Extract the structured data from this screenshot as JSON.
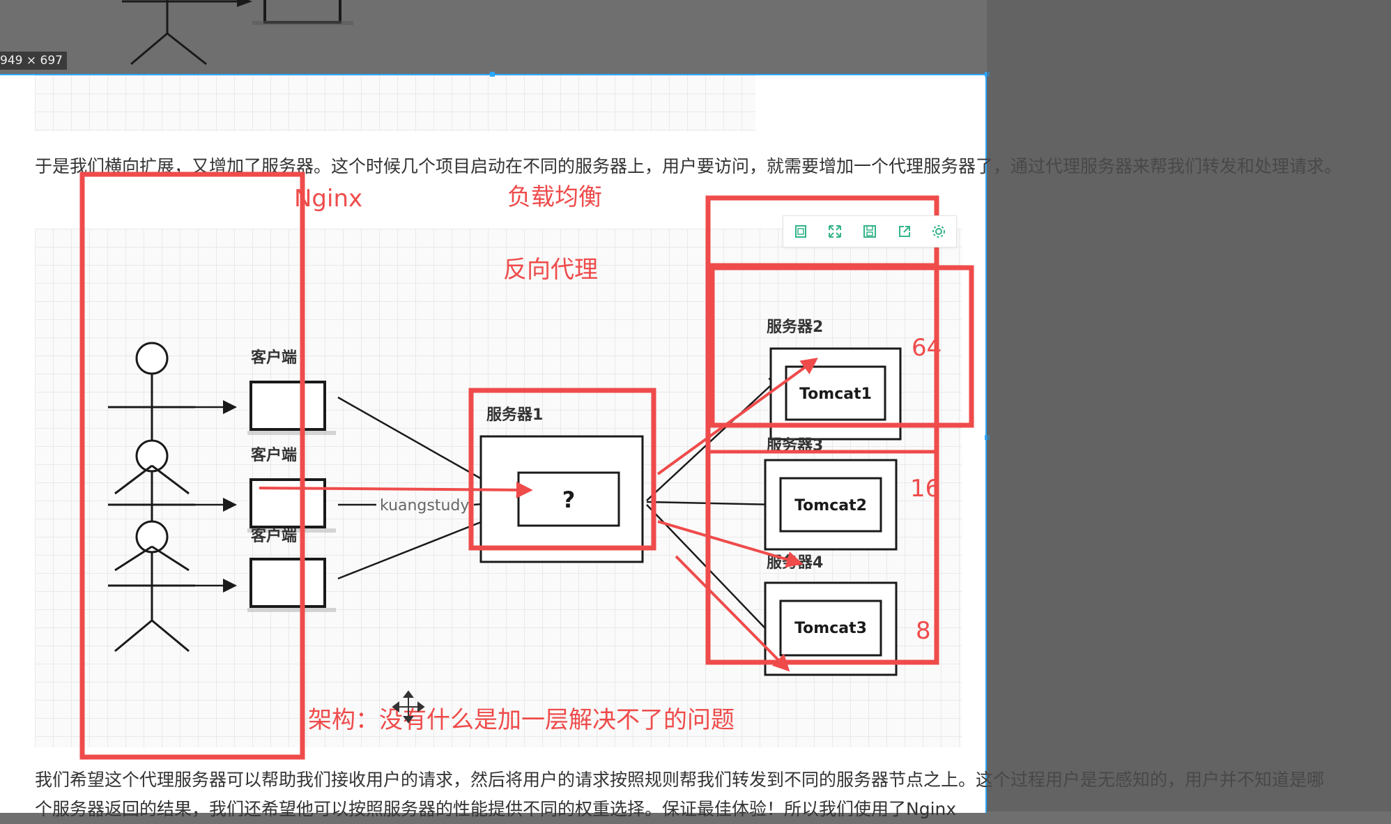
{
  "selection": {
    "dimensions_label": "949 × 697"
  },
  "article": {
    "para1": "于是我们横向扩展，又增加了服务器。这个时候几个项目启动在不同的服务器上，用户要访问，就需要增加一个代理服务器了，通过代理服务器来帮我们转发和处理请求。",
    "para2_line1": "我们希望这个代理服务器可以帮助我们接收用户的请求，然后将用户的请求按照规则帮我们转发到不同的服务器节点之上。这个过程用户是无感知的，用户并不知道是哪",
    "para2_line2": "个服务器返回的结果，我们还希望他可以按照服务器的性能提供不同的权重选择。保证最佳体验！所以我们使用了Nginx"
  },
  "diagram": {
    "client_label": "客户端",
    "url_label": "kuangstudy",
    "server1_label": "服务器1",
    "server1_box": "?",
    "server2_label": "服务器2",
    "server3_label": "服务器3",
    "server4_label": "服务器4",
    "tomcat1": "Tomcat1",
    "tomcat2": "Tomcat2",
    "tomcat3": "Tomcat3"
  },
  "annotations": {
    "nginx": "Nginx",
    "load_balance": "负载均衡",
    "reverse_proxy": "反向代理",
    "weight1": "64",
    "weight2": "16",
    "weight3": "8",
    "architecture_note": "架构：没有什么是加一层解决不了的问题"
  },
  "image_toolbar": {
    "icons": [
      "copy-icon",
      "fullscreen-icon",
      "save-icon",
      "share-icon",
      "settings-icon"
    ]
  },
  "colors": {
    "accent_blue": "#2aa7ff",
    "annotation_red": "#ef4b4b",
    "toolbar_green": "#34b38a"
  }
}
